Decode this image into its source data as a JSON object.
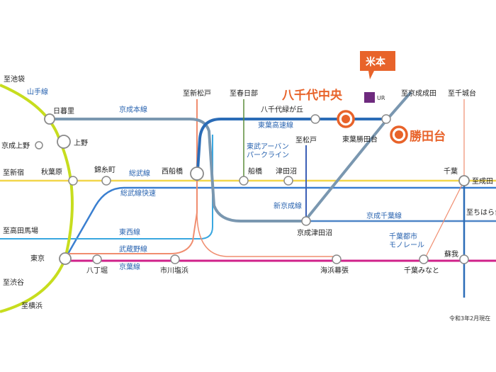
{
  "colors": {
    "yamanote": "#c7dd1e",
    "keisei_main": "#7a97b0",
    "toyo": "#2b6cb7",
    "sobu_local": "#f2d64b",
    "sobu_rapid": "#3a7fd0",
    "keiyo": "#d0218a",
    "musashino": "#f08d6f",
    "keisei_chiba": "#4f86c7",
    "new_keisei": "#3b5fb6",
    "highlight": "#e8632a"
  },
  "badge": {
    "label": "米本",
    "logo_text": "UR"
  },
  "highlights": {
    "yachiyo": "八千代中央",
    "katsutadai": "勝田台"
  },
  "directions": {
    "ikebukuro": "至池袋",
    "shin_matsudo": "至新松戸",
    "kasukabe": "至春日部",
    "narita_airport": "至京成成田",
    "chiba_castle": "至千城台",
    "shinjuku": "至新宿",
    "matsudo": "至松戸",
    "narita": "至成田",
    "takadanobaba": "至高田馬場",
    "chiharadai": "至ちはら台",
    "shibuya": "至渋谷",
    "yokohama": "至横浜"
  },
  "lines": {
    "yamanote": "山手線",
    "keisei_main": "京成本線",
    "toyo": "東葉高速線",
    "urban_park": "東武アーバン\nパークライン",
    "sobu": "総武線",
    "sobu_rapid": "総武線快速",
    "new_keisei": "新京成線",
    "keisei_chiba": "京成千葉線",
    "tozai": "東西線",
    "musashino": "武蔵野線",
    "keiyo": "京葉線",
    "monorail": "千葉都市\nモノレール"
  },
  "stations": {
    "nippori": "日暮里",
    "keisei_ueno": "京成上野",
    "ueno": "上野",
    "akihabara": "秋葉原",
    "kinshicho": "錦糸町",
    "nishifunabashi": "西船橋",
    "funabashi": "船橋",
    "tsudanuma": "津田沼",
    "chiba": "千葉",
    "yachiyo_midorigaoka": "八千代緑が丘",
    "toyo_katsutadai": "東葉勝田台",
    "keisei_tsudanuma": "京成津田沼",
    "tokyo": "東京",
    "hatchobori": "八丁堀",
    "ichikawa_shiohama": "市川塩浜",
    "kaihin_makuhari": "海浜幕張",
    "chiba_minato": "千葉みなと",
    "soga": "蘇我"
  },
  "note": "令和3年2月現在"
}
